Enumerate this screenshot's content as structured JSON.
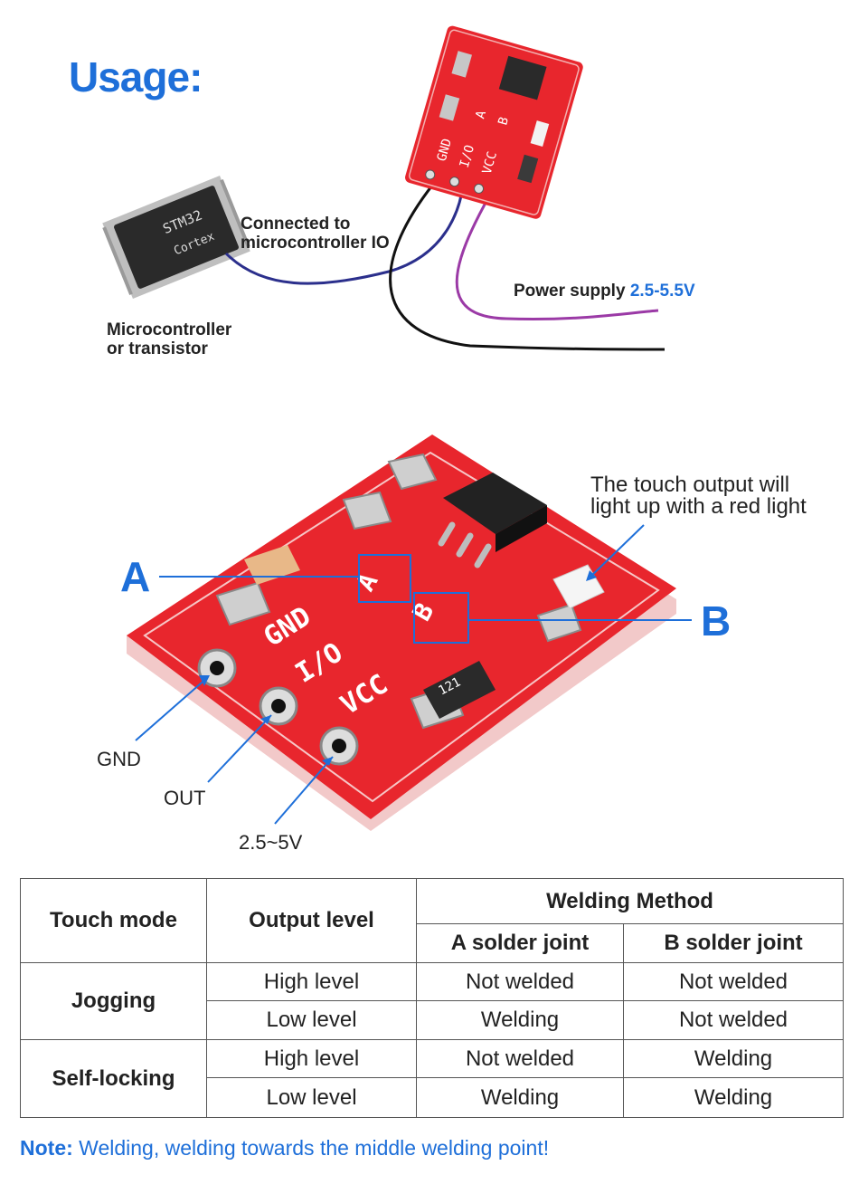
{
  "usage": {
    "title": "Usage:",
    "connected_label": "Connected to\nmicrocontroller IO",
    "power_label": "Power supply",
    "power_value": "2.5-5.5V",
    "mcu_label": "Microcontroller\nor transistor",
    "chip_marks": [
      "STM32",
      "Cortex"
    ],
    "pcb_pins": [
      "GND",
      "I/O",
      "VCC"
    ],
    "pcb_pads": [
      "A",
      "B"
    ]
  },
  "diagram": {
    "label_a": "A",
    "label_b": "B",
    "touch_note": "The touch output will\nlight up with a red light",
    "pin_gnd": "GND",
    "pin_out": "OUT",
    "pin_vcc": "2.5~5V",
    "pcb_text": [
      "GND",
      "I/O",
      "VCC",
      "A",
      "B",
      "121"
    ]
  },
  "table": {
    "header_mode": "Touch mode",
    "header_output": "Output level",
    "header_welding": "Welding Method",
    "header_a": "A solder joint",
    "header_b": "B solder joint",
    "groups": [
      {
        "mode": "Jogging",
        "rows": [
          {
            "level": "High level",
            "a": "Not welded",
            "b": "Not welded"
          },
          {
            "level": "Low level",
            "a": "Welding",
            "b": "Not welded"
          }
        ]
      },
      {
        "mode": "Self-locking",
        "rows": [
          {
            "level": "High level",
            "a": "Not welded",
            "b": "Welding"
          },
          {
            "level": "Low level",
            "a": "Welding",
            "b": "Welding"
          }
        ]
      }
    ]
  },
  "note": {
    "prefix": "Note:",
    "text": "Welding, welding towards the middle welding point!"
  },
  "colors": {
    "accent": "#1e6fd9",
    "pcb_red": "#e8262d",
    "wire_blue": "#2b2f8c",
    "wire_purple": "#9b3aa6",
    "wire_black": "#111111"
  }
}
